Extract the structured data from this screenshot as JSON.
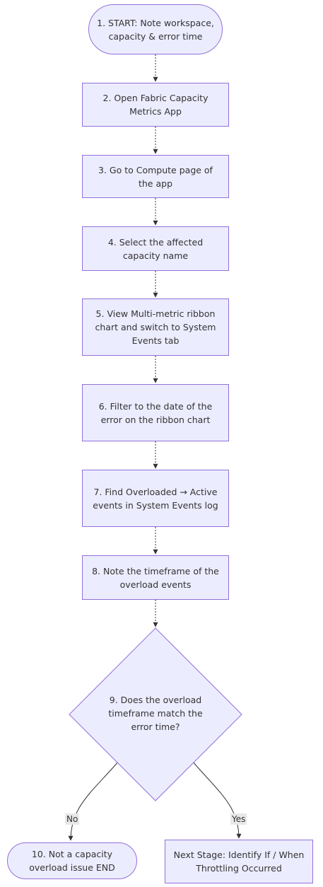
{
  "nodes": {
    "n1": "1. START: Note workspace, capacity & error time",
    "n2": "2. Open Fabric Capacity Metrics App",
    "n3": "3. Go to Compute page of the app",
    "n4": "4. Select the affected capacity name",
    "n5": "5. View Multi-metric ribbon chart and switch to System Events tab",
    "n6": "6. Filter to the date of the error on the ribbon chart",
    "n7": "7. Find Overloaded → Active events in System Events log",
    "n8": "8. Note the timeframe of the overload events",
    "n9": "9. Does the overload timeframe match the error time?",
    "n10": "10. Not a capacity overload issue END",
    "n11": "Next Stage: Identify If / When Throttling Occurred"
  },
  "edges": {
    "no": "No",
    "yes": "Yes"
  },
  "colors": {
    "node_fill": "#ececff",
    "node_border": "#9370db",
    "edge": "#333333",
    "label_bg": "#e8e8e8"
  }
}
